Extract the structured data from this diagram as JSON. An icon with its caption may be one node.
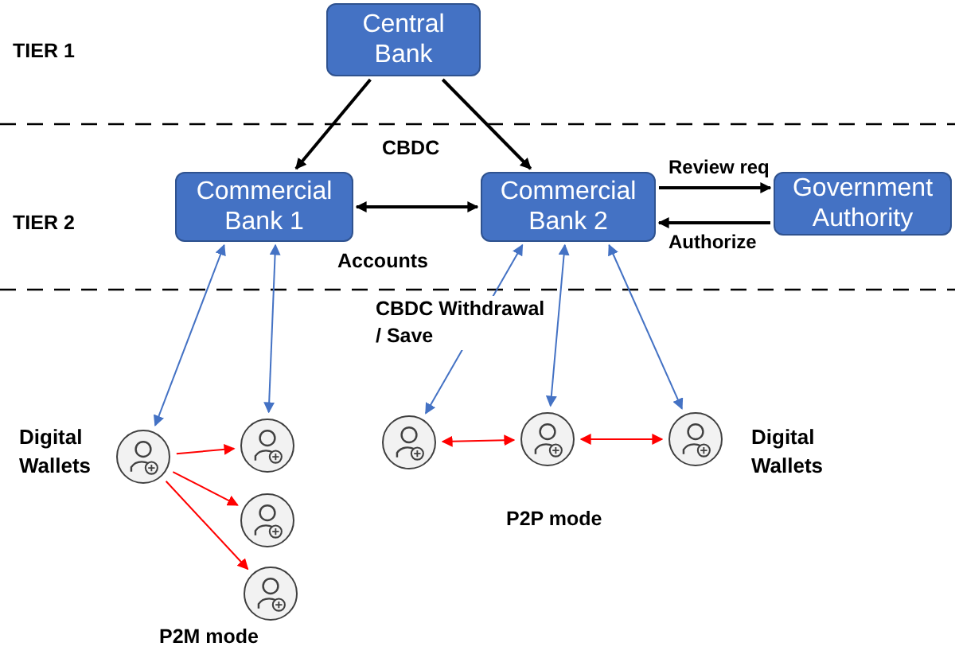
{
  "diagram": {
    "nodes": [
      {
        "text": [
          "Central Bank"
        ]
      },
      {
        "text": [
          "Commercial Bank 1"
        ]
      },
      {
        "text": [
          "Commercial Bank 2"
        ]
      },
      {
        "text": [
          "Government Authority"
        ]
      },
      {
        "text": [],
        "shape": "person",
        "beside": [
          "Digital Wallets"
        ]
      },
      {
        "text": [],
        "shape": "person"
      },
      {
        "text": [],
        "shape": "person"
      },
      {
        "text": [],
        "shape": "person"
      },
      {
        "text": [],
        "shape": "person"
      },
      {
        "text": [],
        "shape": "person"
      },
      {
        "text": [],
        "shape": "person",
        "beside": [
          "Digital Wallets"
        ]
      }
    ],
    "edges": [
      {
        "from": 0,
        "to": 1,
        "arrow": "to"
      },
      {
        "from": 0,
        "to": 2,
        "arrow": "to"
      },
      {
        "from": 1,
        "to": 2,
        "arrow": "both"
      },
      {
        "from": 2,
        "to": 3,
        "arrow": "to",
        "label": "Review req"
      },
      {
        "from": 3,
        "to": 2,
        "arrow": "to",
        "label": "Authorize"
      },
      {
        "from": 1,
        "to": 4,
        "arrow": "both",
        "color": "#4472c4"
      },
      {
        "from": 1,
        "to": 5,
        "arrow": "both",
        "color": "#4472c4"
      },
      {
        "from": 2,
        "to": 8,
        "arrow": "both",
        "color": "#4472c4"
      },
      {
        "from": 2,
        "to": 9,
        "arrow": "both",
        "color": "#4472c4"
      },
      {
        "from": 2,
        "to": 10,
        "arrow": "both",
        "color": "#4472c4"
      },
      {
        "from": 4,
        "to": 5,
        "arrow": "to",
        "color": "#ff0000"
      },
      {
        "from": 4,
        "to": 6,
        "arrow": "to",
        "color": "#ff0000"
      },
      {
        "from": 4,
        "to": 7,
        "arrow": "to",
        "color": "#ff0000"
      },
      {
        "from": 8,
        "to": 9,
        "arrow": "both",
        "color": "#ff0000"
      },
      {
        "from": 9,
        "to": 10,
        "arrow": "both",
        "color": "#ff0000"
      }
    ],
    "labels": [
      "TIER 1",
      "CBDC",
      "TIER 2",
      "Accounts",
      "CBDC Withdrawal / Save",
      "P2P mode",
      "P2M mode"
    ]
  }
}
